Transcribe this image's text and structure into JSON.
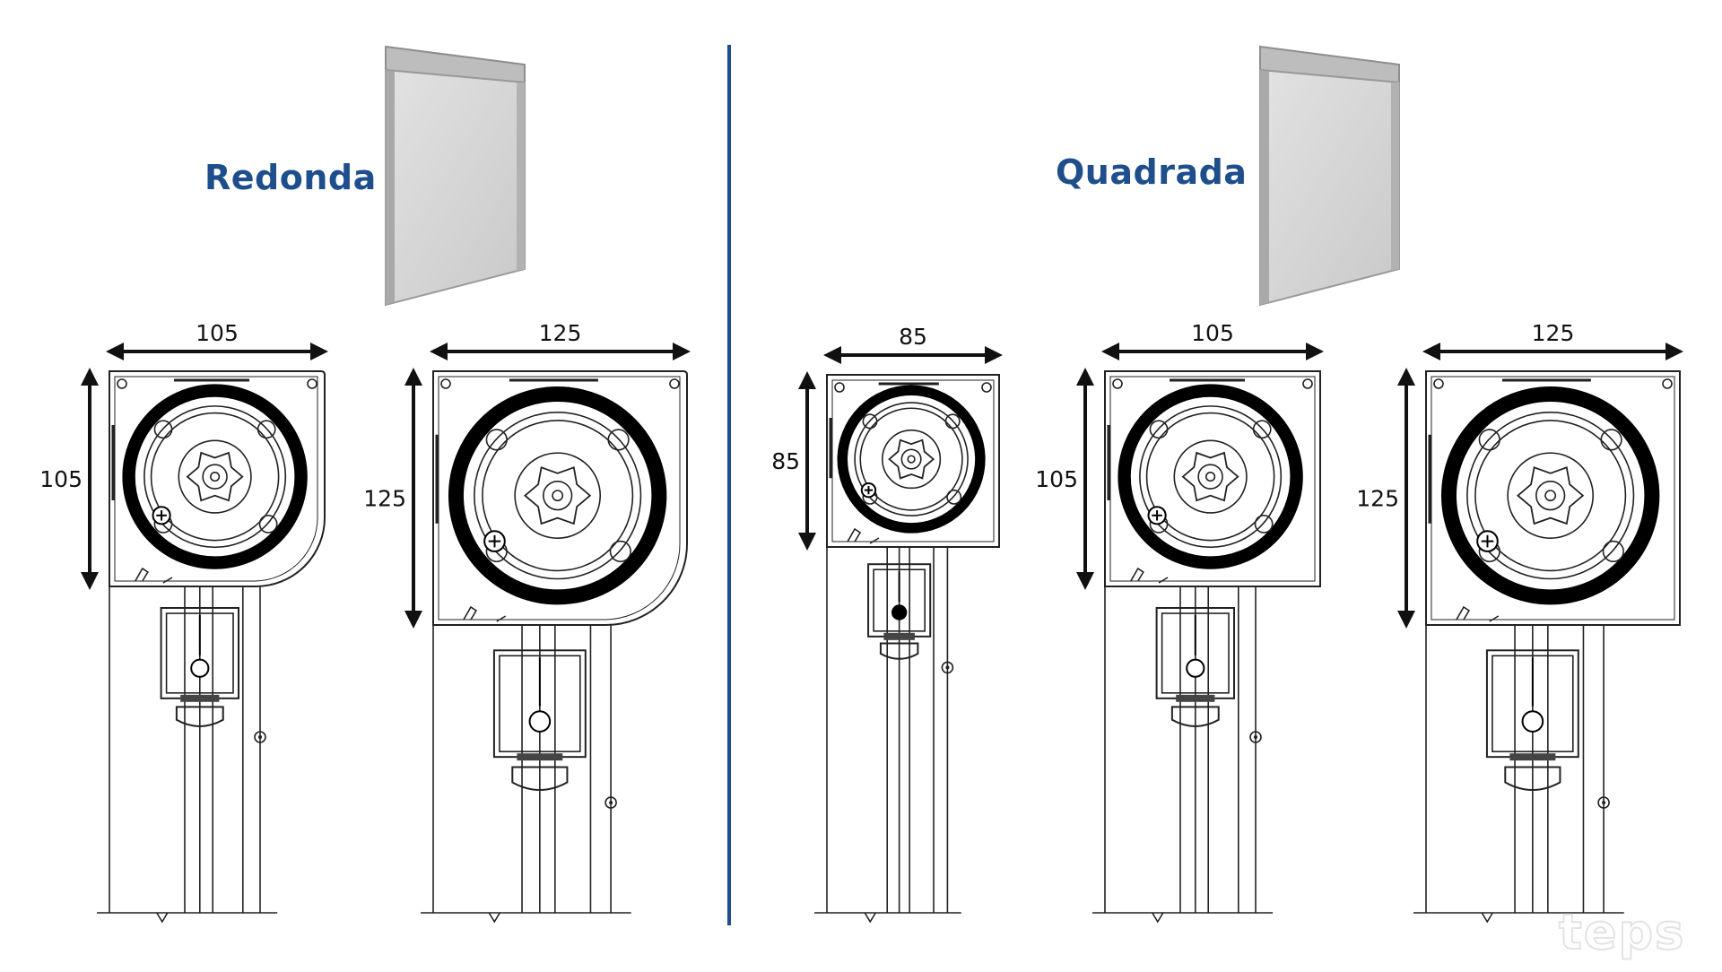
{
  "sections": [
    {
      "title": "Redonda"
    },
    {
      "title": "Quadrada"
    }
  ],
  "box_sizes": [
    {
      "width_label": "105",
      "height_label": "105"
    },
    {
      "width_label": "125",
      "height_label": "125"
    },
    {
      "width_label": "85",
      "height_label": "85"
    },
    {
      "width_label": "105",
      "height_label": "105"
    },
    {
      "width_label": "125",
      "height_label": "125"
    }
  ],
  "watermark": "teps",
  "colors": {
    "title": "#1f4e8c",
    "divider": "#1f4e8c",
    "line": "#222222",
    "panel": "#d4d4d4"
  }
}
